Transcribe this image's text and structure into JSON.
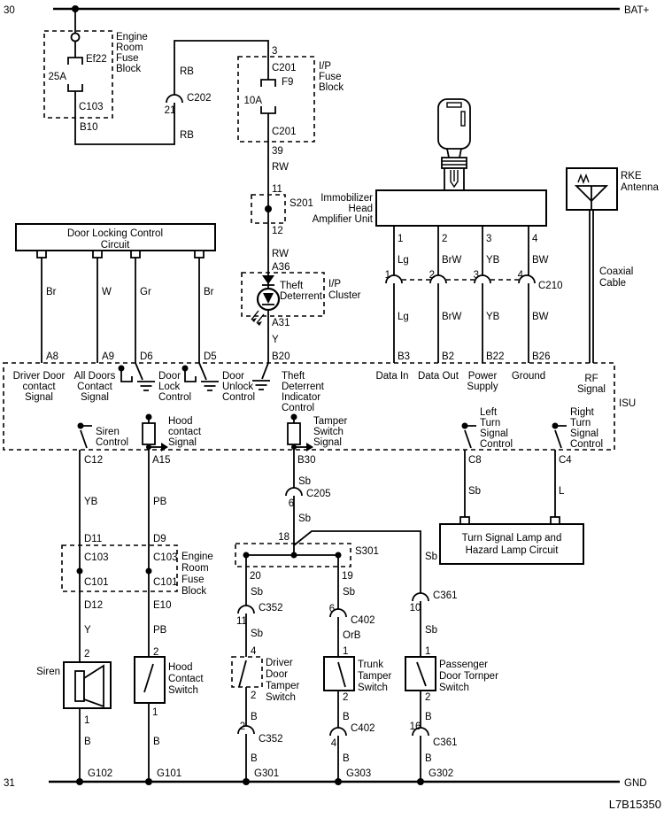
{
  "colors": {
    "line": "#000000",
    "background": "#ffffff"
  },
  "rails": {
    "top_left": "30",
    "top_right": "BAT+",
    "bottom_left": "31",
    "bottom_right": "GND"
  },
  "doc_id": "L7B15350",
  "engine_fuse_top": {
    "block": [
      "Engine",
      "Room",
      "Fuse",
      "Block"
    ],
    "fuse_id": "Ef22",
    "rating": "25A",
    "connector": "C103",
    "pin": "B10"
  },
  "feed": {
    "wire_rb_upper": "RB",
    "wire_rb_lower": "RB",
    "c202": {
      "pin": "21",
      "name": "C202"
    }
  },
  "ip_fuse": {
    "pin_in": "3",
    "conn_in": "C201",
    "fuse_id": "F9",
    "rating": "10A",
    "conn_out": "C201",
    "pin_out": "39",
    "block": [
      "I/P",
      "Fuse",
      "Block"
    ],
    "wire_rw_upper": "RW",
    "wire_rw_lower": "RW"
  },
  "s201": {
    "pin_in": "11",
    "name": "S201",
    "pin_out": "12"
  },
  "cluster": {
    "pin_in": "A36",
    "led": [
      "Theft",
      "Deterrent"
    ],
    "block": [
      "I/P",
      "Cluster"
    ],
    "pin_out": "A31",
    "wire_y": "Y",
    "pin_isu": "B20"
  },
  "door_locking": {
    "title": [
      "Door Locking Control",
      "Circuit"
    ],
    "wires": [
      "Br",
      "W",
      "Gr",
      "Br"
    ],
    "pins": [
      "A8",
      "A9",
      "D6",
      "D5"
    ]
  },
  "immobilizer": {
    "title": [
      "Immobilizer",
      "Head",
      "Amplifier Unit"
    ],
    "pins": [
      "1",
      "2",
      "3",
      "4"
    ],
    "wires_upper": [
      "Lg",
      "BrW",
      "YB",
      "BW"
    ],
    "c210": {
      "name": "C210",
      "pins": [
        "1",
        "2",
        "3",
        "4"
      ]
    },
    "wires_lower": [
      "Lg",
      "BrW",
      "YB",
      "BW"
    ],
    "isu_pins": [
      "B3",
      "B2",
      "B22",
      "B26"
    ]
  },
  "rke": {
    "title": [
      "RKE",
      "Antenna"
    ],
    "cable": [
      "Coaxial",
      "Cable"
    ]
  },
  "isu": {
    "name": "ISU",
    "driver_door_signal": [
      "Driver Door",
      "contact",
      "Signal"
    ],
    "all_doors_signal": [
      "All Doors",
      "Contact",
      "Signal"
    ],
    "door_lock": [
      "Door",
      "Lock",
      "Control"
    ],
    "door_unlock": [
      "Door",
      "Unlock",
      "Control"
    ],
    "theft_indicator": [
      "Theft",
      "Deterrent",
      "Indicator",
      "Control"
    ],
    "data_in": "Data In",
    "data_out": "Data Out",
    "power_supply": [
      "Power",
      "Supply"
    ],
    "ground": "Ground",
    "rf_signal": [
      "RF",
      "Signal"
    ],
    "siren_control": [
      "Siren",
      "Control"
    ],
    "hood_signal": [
      "Hood",
      "contact",
      "Signal"
    ],
    "tamper_signal": [
      "Tamper",
      "Switch",
      "Signal"
    ],
    "left_turn": [
      "Left",
      "Turn",
      "Signal",
      "Control"
    ],
    "right_turn": [
      "Right",
      "Turn",
      "Signal",
      "Control"
    ],
    "pins": {
      "siren": "C12",
      "hood": "A15",
      "tamper": "B30",
      "left_turn": "C8",
      "right_turn": "C4"
    }
  },
  "engine_fuse_bottom": {
    "block": [
      "Engine",
      "Room",
      "Fuse",
      "Block"
    ]
  },
  "siren_branch": {
    "wire_yb": "YB",
    "pin_d11": "D11",
    "conn_upper": "C103",
    "conn_lower": "C101",
    "pin_d12": "D12",
    "wire_y": "Y",
    "pin_2": "2",
    "device": "Siren",
    "pin_1": "1",
    "wire_b": "B",
    "ground": "G102"
  },
  "hood_branch": {
    "wire_pb_upper": "PB",
    "pin_d9": "D9",
    "conn_upper": "C103",
    "conn_lower": "C101",
    "pin_e10": "E10",
    "wire_pb_lower": "PB",
    "pin_2": "2",
    "device": [
      "Hood",
      "Contact",
      "Switch"
    ],
    "pin_1": "1",
    "wire_b": "B",
    "ground": "G101"
  },
  "tamper_feed": {
    "wire_sb_upper": "Sb",
    "c205": {
      "pin": "6",
      "name": "C205"
    },
    "wire_sb_lower": "Sb",
    "pin_18": "18",
    "s301": "S301",
    "pin_20": "20",
    "pin_19": "19",
    "wire_sb_branch": "Sb"
  },
  "driver_tamper": {
    "wire_sb_upper": "Sb",
    "c_in": {
      "pin": "11",
      "name": "C352"
    },
    "wire_sb_lower": "Sb",
    "pin_in": "4",
    "device": [
      "Driver",
      "Door",
      "Tamper",
      "Switch"
    ],
    "pin_out": "2",
    "wire_b_upper": "B",
    "c_out": {
      "pin": "2",
      "name": "C352"
    },
    "wire_b_lower": "B",
    "ground": "G301"
  },
  "trunk_tamper": {
    "wire_sb": "Sb",
    "c_in": {
      "pin": "6",
      "name": "C402"
    },
    "wire_orb": "OrB",
    "pin_in": "1",
    "device": [
      "Trunk",
      "Tamper",
      "Switch"
    ],
    "pin_out": "2",
    "wire_b_upper": "B",
    "c_out": {
      "pin": "4",
      "name": "C402"
    },
    "wire_b_lower": "B",
    "ground": "G303"
  },
  "passenger_tamper": {
    "c_in": {
      "pin": "10",
      "name": "C361"
    },
    "wire_sb": "Sb",
    "pin_in": "1",
    "device": [
      "Passenger",
      "Door Tornper",
      "Switch"
    ],
    "pin_out": "2",
    "wire_b_upper": "B",
    "c_out": {
      "pin": "16",
      "name": "C361"
    },
    "wire_b_lower": "B",
    "ground": "G302"
  },
  "turn_lamp_box": {
    "title": [
      "Turn Signal Lamp and",
      "Hazard Lamp Circuit"
    ],
    "wire_left": "Sb",
    "wire_right": "L"
  }
}
